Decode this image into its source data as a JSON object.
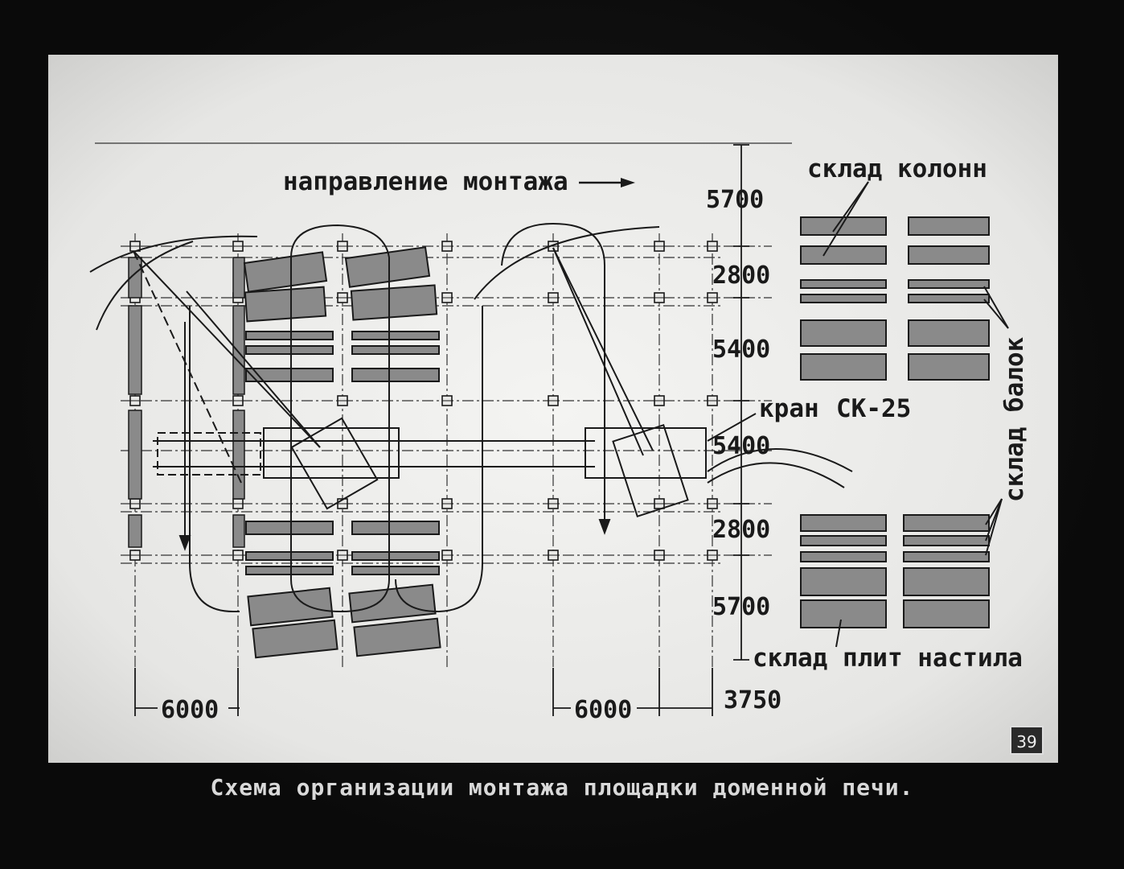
{
  "diagram": {
    "direction_label": "направление монтажа",
    "crane_label": "кран СК-25",
    "crane_parts": [
      "кран",
      "СК-25"
    ],
    "column_store": "склад колонн",
    "beam_store": "склад балок",
    "slab_store": "склад плит настила",
    "vertical_dims": [
      "5700",
      "2800",
      "5400",
      "5400",
      "2800",
      "5700"
    ],
    "horizontal_dims": [
      "6000",
      "6000",
      "3750"
    ]
  },
  "caption": "Схема организации монтажа площадки доменной печи.",
  "page_number": "39",
  "colors": {
    "slide_bg": "#eeeeec",
    "line": "#1a1a1a",
    "storage_fill": "#8a8a8a"
  }
}
